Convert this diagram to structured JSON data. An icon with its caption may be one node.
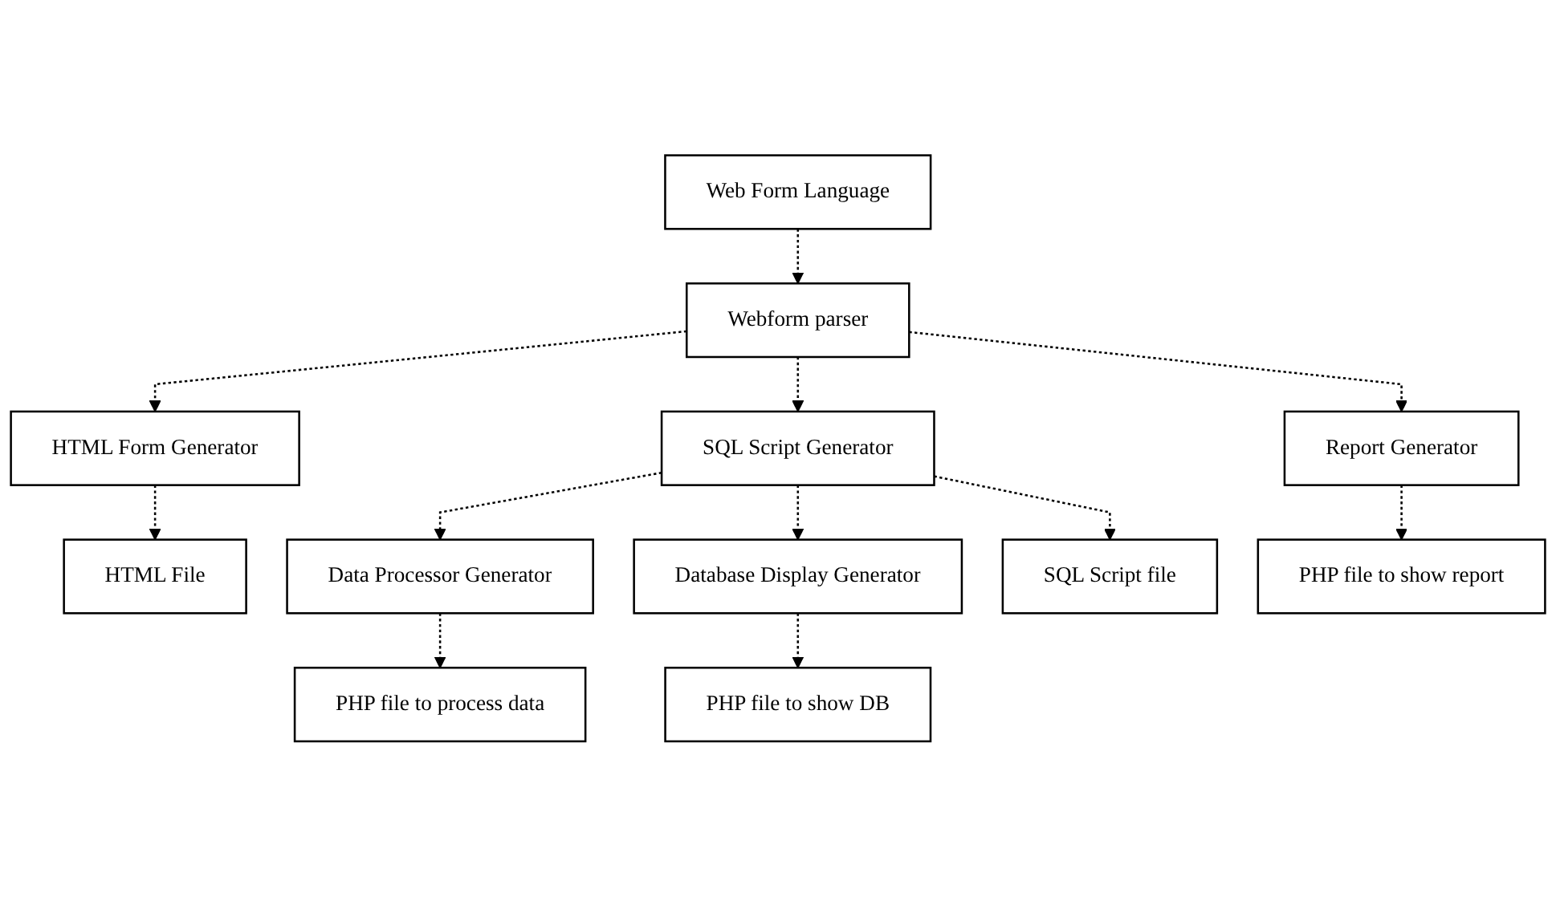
{
  "diagram": {
    "nodes": [
      {
        "text": [
          "Web Form Language"
        ]
      },
      {
        "text": [
          "Webform parser"
        ]
      },
      {
        "text": [
          "HTML Form Generator"
        ]
      },
      {
        "text": [
          "SQL Script Generator"
        ]
      },
      {
        "text": [
          "Data Processor Generator"
        ]
      },
      {
        "text": [
          "Database Display Generator"
        ]
      },
      {
        "text": [
          "Report Generator"
        ]
      },
      {
        "text": [
          "HTML File"
        ]
      },
      {
        "text": [
          "SQL Script file"
        ]
      },
      {
        "text": [
          "PHP file to process data"
        ]
      },
      {
        "text": [
          "PHP file to show DB"
        ]
      },
      {
        "text": [
          "PHP file to show report"
        ]
      }
    ],
    "edges": [
      {
        "from": 0,
        "to": 1,
        "arrow": "to",
        "style": "dashed"
      },
      {
        "from": 1,
        "to": 2,
        "arrow": "to",
        "style": "dashed"
      },
      {
        "from": 1,
        "to": 3,
        "arrow": "to",
        "style": "dashed"
      },
      {
        "from": 1,
        "to": 6,
        "arrow": "to",
        "style": "dashed"
      },
      {
        "from": 3,
        "to": 4,
        "arrow": "to",
        "style": "dashed"
      },
      {
        "from": 3,
        "to": 5,
        "arrow": "to",
        "style": "dashed"
      },
      {
        "from": 2,
        "to": 7,
        "arrow": "to",
        "style": "dashed"
      },
      {
        "from": 3,
        "to": 8,
        "arrow": "to",
        "style": "dashed"
      },
      {
        "from": 4,
        "to": 9,
        "arrow": "to",
        "style": "dashed"
      },
      {
        "from": 5,
        "to": 10,
        "arrow": "to",
        "style": "dashed"
      },
      {
        "from": 6,
        "to": 11,
        "arrow": "to",
        "style": "dashed"
      }
    ]
  }
}
